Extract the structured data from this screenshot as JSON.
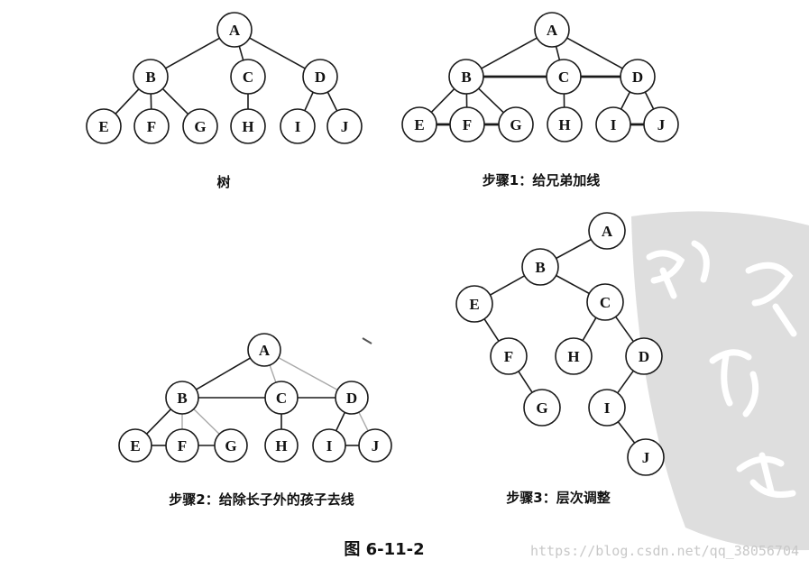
{
  "captions": {
    "tree": "树",
    "step1": "步骤1：给兄弟加线",
    "step2": "步骤2：给除长子外的孩子去线",
    "step3": "步骤3：层次调整"
  },
  "figure_label": "图 6-11-2",
  "watermark": "https://blog.csdn.net/qq_38056704",
  "colors": {
    "ink": "#1a1a1a",
    "faint_edge": "#a9a9a9",
    "seal": "#dedede"
  },
  "diagrams": [
    {
      "id": "tree",
      "edges": [
        [
          "A",
          "B"
        ],
        [
          "A",
          "C"
        ],
        [
          "A",
          "D"
        ],
        [
          "B",
          "E"
        ],
        [
          "B",
          "F"
        ],
        [
          "B",
          "G"
        ],
        [
          "C",
          "H"
        ],
        [
          "D",
          "I"
        ],
        [
          "D",
          "J"
        ]
      ]
    },
    {
      "id": "step1",
      "edges": [
        [
          "A",
          "B"
        ],
        [
          "A",
          "C"
        ],
        [
          "A",
          "D"
        ],
        [
          "B",
          "E"
        ],
        [
          "B",
          "F"
        ],
        [
          "B",
          "G"
        ],
        [
          "C",
          "H"
        ],
        [
          "D",
          "I"
        ],
        [
          "D",
          "J"
        ]
      ],
      "sibling_edges": [
        [
          "B",
          "C"
        ],
        [
          "C",
          "D"
        ],
        [
          "E",
          "F"
        ],
        [
          "F",
          "G"
        ],
        [
          "I",
          "J"
        ]
      ]
    },
    {
      "id": "step2",
      "edges": [
        [
          "A",
          "B"
        ],
        [
          "B",
          "E"
        ],
        [
          "C",
          "H"
        ],
        [
          "D",
          "I"
        ],
        [
          "B",
          "C"
        ],
        [
          "C",
          "D"
        ],
        [
          "E",
          "F"
        ],
        [
          "F",
          "G"
        ],
        [
          "I",
          "J"
        ]
      ],
      "removed_edges": [
        [
          "A",
          "C"
        ],
        [
          "A",
          "D"
        ],
        [
          "B",
          "F"
        ],
        [
          "B",
          "G"
        ],
        [
          "D",
          "J"
        ]
      ]
    },
    {
      "id": "step3",
      "edges": [
        [
          "A",
          "B"
        ],
        [
          "B",
          "E"
        ],
        [
          "B",
          "C"
        ],
        [
          "E",
          "F"
        ],
        [
          "F",
          "G"
        ],
        [
          "C",
          "H"
        ],
        [
          "C",
          "D"
        ],
        [
          "D",
          "I"
        ],
        [
          "I",
          "J"
        ]
      ]
    }
  ]
}
